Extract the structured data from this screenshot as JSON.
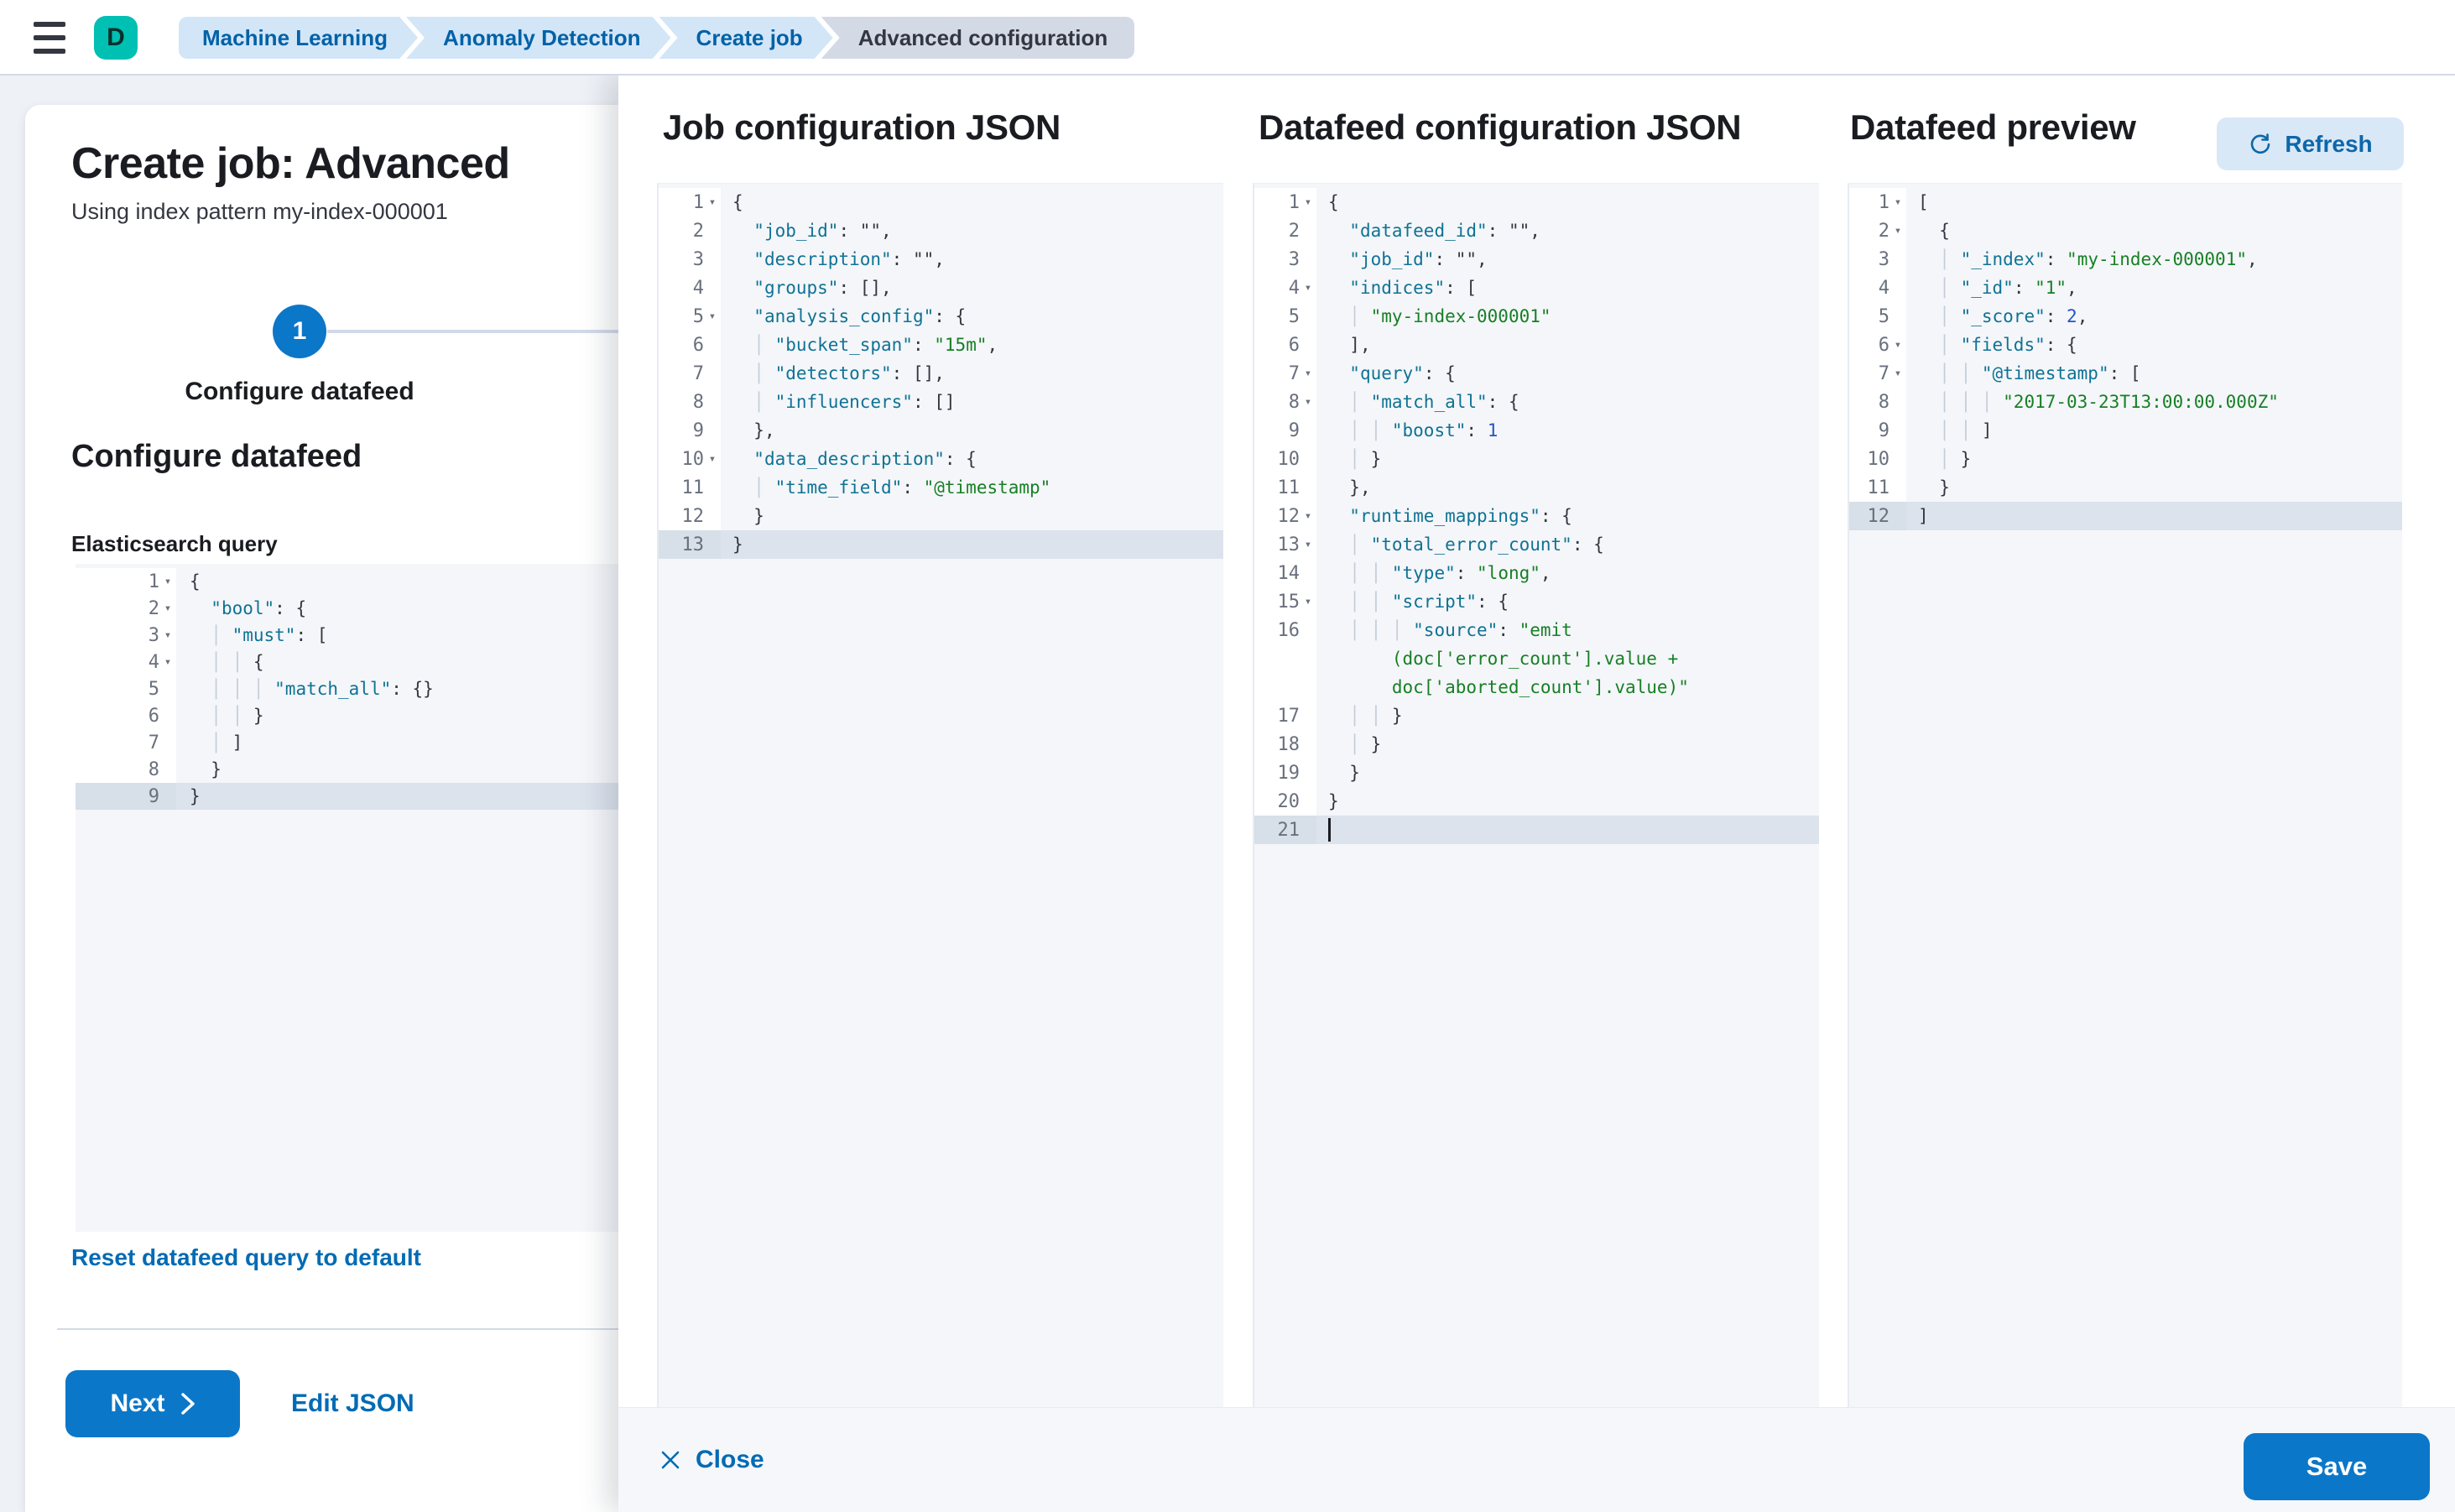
{
  "header": {
    "avatar": "D",
    "breadcrumbs": [
      {
        "label": "Machine Learning",
        "current": false
      },
      {
        "label": "Anomaly Detection",
        "current": false
      },
      {
        "label": "Create job",
        "current": false
      },
      {
        "label": "Advanced configuration",
        "current": true
      }
    ]
  },
  "left_panel": {
    "title": "Create job: Advanced",
    "subtitle": "Using index pattern my-index-000001",
    "step": {
      "number": "1",
      "label": "Configure datafeed"
    },
    "section_heading": "Configure datafeed",
    "query_label": "Elasticsearch query",
    "reset_link": "Reset datafeed query to default",
    "next_label": "Next",
    "edit_json_label": "Edit JSON"
  },
  "flyout": {
    "col_job": {
      "title": "Job configuration JSON"
    },
    "col_datafeed": {
      "title": "Datafeed configuration JSON"
    },
    "col_preview": {
      "title": "Datafeed preview",
      "refresh_label": "Refresh"
    },
    "footer": {
      "close_label": "Close",
      "save_label": "Save"
    }
  },
  "colors": {
    "primary_button": "#0b77c9",
    "link": "#006bb4",
    "avatar": "#00bfb3",
    "breadcrumb_bg": "#d2e6f8",
    "breadcrumb_current_bg": "#d3dae6",
    "editor_bg": "#f4f6f9",
    "active_line": "#dce3ed",
    "json_key": "#0f7294",
    "json_string": "#177f25",
    "json_number": "#2453c8"
  },
  "editors": {
    "es_query": [
      {
        "n": "1",
        "f": 1,
        "seg": [
          [
            "p",
            "{"
          ]
        ]
      },
      {
        "n": "2",
        "f": 1,
        "seg": [
          [
            "w",
            "  "
          ],
          [
            "k",
            "\"bool\""
          ],
          [
            "p",
            ": {"
          ]
        ]
      },
      {
        "n": "3",
        "f": 1,
        "seg": [
          [
            "w",
            "  "
          ],
          [
            "g",
            "│ "
          ],
          [
            "k",
            "\"must\""
          ],
          [
            "p",
            ": ["
          ]
        ]
      },
      {
        "n": "4",
        "f": 1,
        "seg": [
          [
            "w",
            "  "
          ],
          [
            "g",
            "│ │ "
          ],
          [
            "p",
            "{"
          ]
        ]
      },
      {
        "n": "5",
        "seg": [
          [
            "w",
            "  "
          ],
          [
            "g",
            "│ │ │ "
          ],
          [
            "k",
            "\"match_all\""
          ],
          [
            "p",
            ": {}"
          ]
        ]
      },
      {
        "n": "6",
        "seg": [
          [
            "w",
            "  "
          ],
          [
            "g",
            "│ │ "
          ],
          [
            "p",
            "}"
          ]
        ]
      },
      {
        "n": "7",
        "seg": [
          [
            "w",
            "  "
          ],
          [
            "g",
            "│ "
          ],
          [
            "p",
            "]"
          ]
        ]
      },
      {
        "n": "8",
        "seg": [
          [
            "w",
            "  "
          ],
          [
            "p",
            "}"
          ]
        ]
      },
      {
        "n": "9",
        "a": 1,
        "seg": [
          [
            "p",
            "}"
          ]
        ]
      }
    ],
    "job_config": [
      {
        "n": "1",
        "f": 1,
        "seg": [
          [
            "p",
            "{"
          ]
        ]
      },
      {
        "n": "2",
        "seg": [
          [
            "w",
            "  "
          ],
          [
            "k",
            "\"job_id\""
          ],
          [
            "p",
            ": \"\","
          ]
        ]
      },
      {
        "n": "3",
        "seg": [
          [
            "w",
            "  "
          ],
          [
            "k",
            "\"description\""
          ],
          [
            "p",
            ": \"\","
          ]
        ]
      },
      {
        "n": "4",
        "seg": [
          [
            "w",
            "  "
          ],
          [
            "k",
            "\"groups\""
          ],
          [
            "p",
            ": [],"
          ]
        ]
      },
      {
        "n": "5",
        "f": 1,
        "seg": [
          [
            "w",
            "  "
          ],
          [
            "k",
            "\"analysis_config\""
          ],
          [
            "p",
            ": {"
          ]
        ]
      },
      {
        "n": "6",
        "seg": [
          [
            "w",
            "  "
          ],
          [
            "g",
            "│ "
          ],
          [
            "k",
            "\"bucket_span\""
          ],
          [
            "p",
            ": "
          ],
          [
            "s",
            "\"15m\""
          ],
          [
            "p",
            ","
          ]
        ]
      },
      {
        "n": "7",
        "seg": [
          [
            "w",
            "  "
          ],
          [
            "g",
            "│ "
          ],
          [
            "k",
            "\"detectors\""
          ],
          [
            "p",
            ": [],"
          ]
        ]
      },
      {
        "n": "8",
        "seg": [
          [
            "w",
            "  "
          ],
          [
            "g",
            "│ "
          ],
          [
            "k",
            "\"influencers\""
          ],
          [
            "p",
            ": []"
          ]
        ]
      },
      {
        "n": "9",
        "seg": [
          [
            "w",
            "  "
          ],
          [
            "p",
            "},"
          ]
        ]
      },
      {
        "n": "10",
        "f": 1,
        "seg": [
          [
            "w",
            "  "
          ],
          [
            "k",
            "\"data_description\""
          ],
          [
            "p",
            ": {"
          ]
        ]
      },
      {
        "n": "11",
        "seg": [
          [
            "w",
            "  "
          ],
          [
            "g",
            "│ "
          ],
          [
            "k",
            "\"time_field\""
          ],
          [
            "p",
            ": "
          ],
          [
            "s",
            "\"@timestamp\""
          ]
        ]
      },
      {
        "n": "12",
        "seg": [
          [
            "w",
            "  "
          ],
          [
            "p",
            "}"
          ]
        ]
      },
      {
        "n": "13",
        "a": 1,
        "seg": [
          [
            "p",
            "}"
          ]
        ]
      }
    ],
    "datafeed_config": [
      {
        "n": "1",
        "f": 1,
        "seg": [
          [
            "p",
            "{"
          ]
        ]
      },
      {
        "n": "2",
        "seg": [
          [
            "w",
            "  "
          ],
          [
            "k",
            "\"datafeed_id\""
          ],
          [
            "p",
            ": \"\","
          ]
        ]
      },
      {
        "n": "3",
        "seg": [
          [
            "w",
            "  "
          ],
          [
            "k",
            "\"job_id\""
          ],
          [
            "p",
            ": \"\","
          ]
        ]
      },
      {
        "n": "4",
        "f": 1,
        "seg": [
          [
            "w",
            "  "
          ],
          [
            "k",
            "\"indices\""
          ],
          [
            "p",
            ": ["
          ]
        ]
      },
      {
        "n": "5",
        "seg": [
          [
            "w",
            "  "
          ],
          [
            "g",
            "│ "
          ],
          [
            "s",
            "\"my-index-000001\""
          ]
        ]
      },
      {
        "n": "6",
        "seg": [
          [
            "w",
            "  "
          ],
          [
            "p",
            "],"
          ]
        ]
      },
      {
        "n": "7",
        "f": 1,
        "seg": [
          [
            "w",
            "  "
          ],
          [
            "k",
            "\"query\""
          ],
          [
            "p",
            ": {"
          ]
        ]
      },
      {
        "n": "8",
        "f": 1,
        "seg": [
          [
            "w",
            "  "
          ],
          [
            "g",
            "│ "
          ],
          [
            "k",
            "\"match_all\""
          ],
          [
            "p",
            ": {"
          ]
        ]
      },
      {
        "n": "9",
        "seg": [
          [
            "w",
            "  "
          ],
          [
            "g",
            "│ │ "
          ],
          [
            "k",
            "\"boost\""
          ],
          [
            "p",
            ": "
          ],
          [
            "n2",
            "1"
          ]
        ]
      },
      {
        "n": "10",
        "seg": [
          [
            "w",
            "  "
          ],
          [
            "g",
            "│ "
          ],
          [
            "p",
            "}"
          ]
        ]
      },
      {
        "n": "11",
        "seg": [
          [
            "w",
            "  "
          ],
          [
            "p",
            "},"
          ]
        ]
      },
      {
        "n": "12",
        "f": 1,
        "seg": [
          [
            "w",
            "  "
          ],
          [
            "k",
            "\"runtime_mappings\""
          ],
          [
            "p",
            ": {"
          ]
        ]
      },
      {
        "n": "13",
        "f": 1,
        "seg": [
          [
            "w",
            "  "
          ],
          [
            "g",
            "│ "
          ],
          [
            "k",
            "\"total_error_count\""
          ],
          [
            "p",
            ": {"
          ]
        ]
      },
      {
        "n": "14",
        "seg": [
          [
            "w",
            "  "
          ],
          [
            "g",
            "│ │ "
          ],
          [
            "k",
            "\"type\""
          ],
          [
            "p",
            ": "
          ],
          [
            "s",
            "\"long\""
          ],
          [
            "p",
            ","
          ]
        ]
      },
      {
        "n": "15",
        "f": 1,
        "seg": [
          [
            "w",
            "  "
          ],
          [
            "g",
            "│ │ "
          ],
          [
            "k",
            "\"script\""
          ],
          [
            "p",
            ": {"
          ]
        ]
      },
      {
        "n": "16",
        "seg": [
          [
            "w",
            "  "
          ],
          [
            "g",
            "│ │ │ "
          ],
          [
            "k",
            "\"source\""
          ],
          [
            "p",
            ": "
          ],
          [
            "s",
            "\"emit"
          ]
        ]
      },
      {
        "n": "",
        "seg": [
          [
            "w",
            "      "
          ],
          [
            "s",
            "(doc['error_count'].value +"
          ]
        ]
      },
      {
        "n": "",
        "seg": [
          [
            "w",
            "      "
          ],
          [
            "s",
            "doc['aborted_count'].value)\""
          ]
        ]
      },
      {
        "n": "17",
        "seg": [
          [
            "w",
            "  "
          ],
          [
            "g",
            "│ │ "
          ],
          [
            "p",
            "}"
          ]
        ]
      },
      {
        "n": "18",
        "seg": [
          [
            "w",
            "  "
          ],
          [
            "g",
            "│ "
          ],
          [
            "p",
            "}"
          ]
        ]
      },
      {
        "n": "19",
        "seg": [
          [
            "w",
            "  "
          ],
          [
            "p",
            "}"
          ]
        ]
      },
      {
        "n": "20",
        "seg": [
          [
            "p",
            "}"
          ]
        ]
      },
      {
        "n": "21",
        "a": 1,
        "seg": [
          [
            "c",
            ""
          ]
        ]
      }
    ],
    "datafeed_preview": [
      {
        "n": "1",
        "f": 1,
        "seg": [
          [
            "p",
            "["
          ]
        ]
      },
      {
        "n": "2",
        "f": 1,
        "seg": [
          [
            "w",
            "  "
          ],
          [
            "p",
            "{"
          ]
        ]
      },
      {
        "n": "3",
        "seg": [
          [
            "w",
            "  "
          ],
          [
            "g",
            "│ "
          ],
          [
            "k",
            "\"_index\""
          ],
          [
            "p",
            ": "
          ],
          [
            "s",
            "\"my-index-000001\""
          ],
          [
            "p",
            ","
          ]
        ]
      },
      {
        "n": "4",
        "seg": [
          [
            "w",
            "  "
          ],
          [
            "g",
            "│ "
          ],
          [
            "k",
            "\"_id\""
          ],
          [
            "p",
            ": "
          ],
          [
            "s",
            "\"1\""
          ],
          [
            "p",
            ","
          ]
        ]
      },
      {
        "n": "5",
        "seg": [
          [
            "w",
            "  "
          ],
          [
            "g",
            "│ "
          ],
          [
            "k",
            "\"_score\""
          ],
          [
            "p",
            ": "
          ],
          [
            "n2",
            "2"
          ],
          [
            "p",
            ","
          ]
        ]
      },
      {
        "n": "6",
        "f": 1,
        "seg": [
          [
            "w",
            "  "
          ],
          [
            "g",
            "│ "
          ],
          [
            "k",
            "\"fields\""
          ],
          [
            "p",
            ": {"
          ]
        ]
      },
      {
        "n": "7",
        "f": 1,
        "seg": [
          [
            "w",
            "  "
          ],
          [
            "g",
            "│ │ "
          ],
          [
            "k",
            "\"@timestamp\""
          ],
          [
            "p",
            ": ["
          ]
        ]
      },
      {
        "n": "8",
        "seg": [
          [
            "w",
            "  "
          ],
          [
            "g",
            "│ │ │ "
          ],
          [
            "s",
            "\"2017-03-23T13:00:00.000Z\""
          ]
        ]
      },
      {
        "n": "9",
        "seg": [
          [
            "w",
            "  "
          ],
          [
            "g",
            "│ │ "
          ],
          [
            "p",
            "]"
          ]
        ]
      },
      {
        "n": "10",
        "seg": [
          [
            "w",
            "  "
          ],
          [
            "g",
            "│ "
          ],
          [
            "p",
            "}"
          ]
        ]
      },
      {
        "n": "11",
        "seg": [
          [
            "w",
            "  "
          ],
          [
            "p",
            "}"
          ]
        ]
      },
      {
        "n": "12",
        "a": 1,
        "seg": [
          [
            "p",
            "]"
          ]
        ]
      }
    ]
  }
}
